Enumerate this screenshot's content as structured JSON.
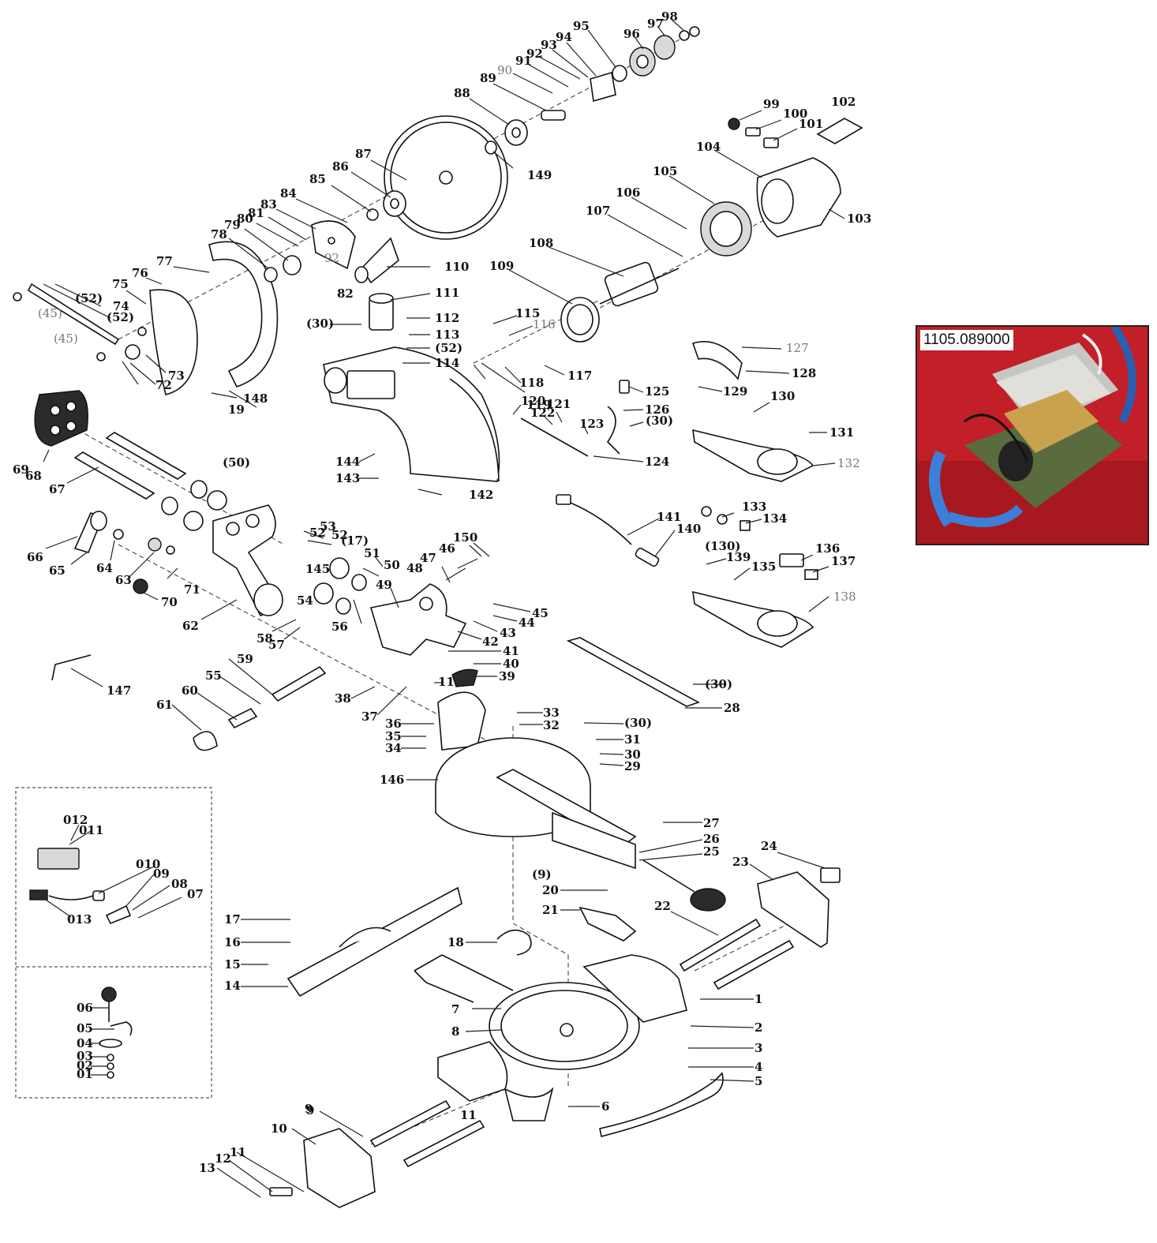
{
  "inset": {
    "photo_code": "1105.089000"
  },
  "part_labels": [
    {
      "text": "1"
    },
    {
      "text": "2"
    },
    {
      "text": "3"
    },
    {
      "text": "4"
    },
    {
      "text": "5"
    },
    {
      "text": "6"
    },
    {
      "text": "7"
    },
    {
      "text": "8"
    },
    {
      "text": "9"
    },
    {
      "text": "10"
    },
    {
      "text": "11"
    },
    {
      "text": "12"
    },
    {
      "text": "13"
    },
    {
      "text": "14"
    },
    {
      "text": "15"
    },
    {
      "text": "16"
    },
    {
      "text": "17"
    },
    {
      "text": "18"
    },
    {
      "text": "19"
    },
    {
      "text": "20"
    },
    {
      "text": "21"
    },
    {
      "text": "22"
    },
    {
      "text": "23"
    },
    {
      "text": "24"
    },
    {
      "text": "25"
    },
    {
      "text": "26"
    },
    {
      "text": "27"
    },
    {
      "text": "28"
    },
    {
      "text": "29"
    },
    {
      "text": "30"
    },
    {
      "text": "31"
    },
    {
      "text": "32"
    },
    {
      "text": "33"
    },
    {
      "text": "34"
    },
    {
      "text": "35"
    },
    {
      "text": "36"
    },
    {
      "text": "37"
    },
    {
      "text": "38"
    },
    {
      "text": "39"
    },
    {
      "text": "40"
    },
    {
      "text": "41"
    },
    {
      "text": "42"
    },
    {
      "text": "43"
    },
    {
      "text": "44"
    },
    {
      "text": "45"
    },
    {
      "text": "46"
    },
    {
      "text": "47"
    },
    {
      "text": "48"
    },
    {
      "text": "49"
    },
    {
      "text": "50"
    },
    {
      "text": "51"
    },
    {
      "text": "52"
    },
    {
      "text": "53"
    },
    {
      "text": "54"
    },
    {
      "text": "55"
    },
    {
      "text": "56"
    },
    {
      "text": "57"
    },
    {
      "text": "58"
    },
    {
      "text": "59"
    },
    {
      "text": "60"
    },
    {
      "text": "61"
    },
    {
      "text": "62"
    },
    {
      "text": "63"
    },
    {
      "text": "64"
    },
    {
      "text": "65"
    },
    {
      "text": "66"
    },
    {
      "text": "67"
    },
    {
      "text": "68"
    },
    {
      "text": "69"
    },
    {
      "text": "70"
    },
    {
      "text": "71"
    },
    {
      "text": "72"
    },
    {
      "text": "73"
    },
    {
      "text": "74"
    },
    {
      "text": "75"
    },
    {
      "text": "76"
    },
    {
      "text": "77"
    },
    {
      "text": "78"
    },
    {
      "text": "79"
    },
    {
      "text": "80"
    },
    {
      "text": "81"
    },
    {
      "text": "82"
    },
    {
      "text": "83"
    },
    {
      "text": "84"
    },
    {
      "text": "85"
    },
    {
      "text": "86"
    },
    {
      "text": "87"
    },
    {
      "text": "88"
    },
    {
      "text": "89"
    },
    {
      "text": "90"
    },
    {
      "text": "91"
    },
    {
      "text": "92"
    },
    {
      "text": "93"
    },
    {
      "text": "94"
    },
    {
      "text": "95"
    },
    {
      "text": "96"
    },
    {
      "text": "97"
    },
    {
      "text": "98"
    },
    {
      "text": "99"
    },
    {
      "text": "100"
    },
    {
      "text": "101"
    },
    {
      "text": "102"
    },
    {
      "text": "103"
    },
    {
      "text": "104"
    },
    {
      "text": "105"
    },
    {
      "text": "106"
    },
    {
      "text": "107"
    },
    {
      "text": "108"
    },
    {
      "text": "109"
    },
    {
      "text": "110"
    },
    {
      "text": "111"
    },
    {
      "text": "112"
    },
    {
      "text": "113"
    },
    {
      "text": "114"
    },
    {
      "text": "115"
    },
    {
      "text": "116"
    },
    {
      "text": "117"
    },
    {
      "text": "118"
    },
    {
      "text": "119"
    },
    {
      "text": "120"
    },
    {
      "text": "121"
    },
    {
      "text": "122"
    },
    {
      "text": "123"
    },
    {
      "text": "124"
    },
    {
      "text": "125"
    },
    {
      "text": "126"
    },
    {
      "text": "127"
    },
    {
      "text": "128"
    },
    {
      "text": "129"
    },
    {
      "text": "130"
    },
    {
      "text": "131"
    },
    {
      "text": "132"
    },
    {
      "text": "133"
    },
    {
      "text": "134"
    },
    {
      "text": "135"
    },
    {
      "text": "136"
    },
    {
      "text": "137"
    },
    {
      "text": "138"
    },
    {
      "text": "139"
    },
    {
      "text": "140"
    },
    {
      "text": "141"
    },
    {
      "text": "142"
    },
    {
      "text": "143"
    },
    {
      "text": "144"
    },
    {
      "text": "145"
    },
    {
      "text": "146"
    },
    {
      "text": "147"
    },
    {
      "text": "148"
    },
    {
      "text": "149"
    },
    {
      "text": "150"
    },
    {
      "text": "(52)"
    },
    {
      "text": "(45)"
    },
    {
      "text": "(52)"
    },
    {
      "text": "(45)"
    },
    {
      "text": "(30)"
    },
    {
      "text": "(52)"
    },
    {
      "text": "(30)"
    },
    {
      "text": "(50)"
    },
    {
      "text": "(17)"
    },
    {
      "text": "(30)"
    },
    {
      "text": "(30)"
    },
    {
      "text": "(9)"
    },
    {
      "text": "(130)"
    },
    {
      "text": "92"
    },
    {
      "text": "11"
    },
    {
      "text": "9"
    },
    {
      "text": "11"
    },
    {
      "text": "52"
    },
    {
      "text": "012"
    },
    {
      "text": "011"
    },
    {
      "text": "010"
    },
    {
      "text": "09"
    },
    {
      "text": "08"
    },
    {
      "text": "07"
    },
    {
      "text": "013"
    },
    {
      "text": "06"
    },
    {
      "text": "05"
    },
    {
      "text": "04"
    },
    {
      "text": "03"
    },
    {
      "text": "02"
    },
    {
      "text": "01"
    }
  ]
}
